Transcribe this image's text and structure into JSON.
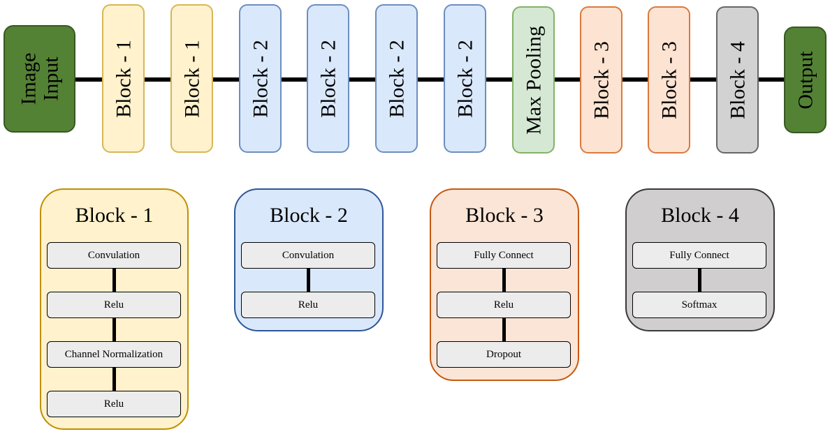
{
  "pipeline": {
    "input": [
      "Image",
      "Input"
    ],
    "stages": [
      {
        "label": "Block - 1",
        "color": "yellow"
      },
      {
        "label": "Block - 1",
        "color": "yellow"
      },
      {
        "label": "Block - 2",
        "color": "blue"
      },
      {
        "label": "Block - 2",
        "color": "blue"
      },
      {
        "label": "Block - 2",
        "color": "blue"
      },
      {
        "label": "Block - 2",
        "color": "blue"
      },
      {
        "label": "Max Pooling",
        "color": "green"
      },
      {
        "label": "Block - 3",
        "color": "orange"
      },
      {
        "label": "Block - 3",
        "color": "orange"
      },
      {
        "label": "Block - 4",
        "color": "gray"
      }
    ],
    "output": "Output"
  },
  "blocks": [
    {
      "title": "Block - 1",
      "color": "yellow",
      "layers": [
        "Convulation",
        "Relu",
        "Channel Normalization",
        "Relu"
      ]
    },
    {
      "title": "Block - 2",
      "color": "blue",
      "layers": [
        "Convulation",
        "Relu"
      ]
    },
    {
      "title": "Block - 3",
      "color": "orange",
      "layers": [
        "Fully Connect",
        "Relu",
        "Dropout"
      ]
    },
    {
      "title": "Block - 4",
      "color": "gray",
      "layers": [
        "Fully Connect",
        "Softmax"
      ]
    }
  ],
  "colors": {
    "yellow": "#fff2cc",
    "blue": "#dae8fc",
    "green": "#d5e8d4",
    "orange": "#fde3d2",
    "gray": "#d2d2d2",
    "io": "#548235"
  }
}
